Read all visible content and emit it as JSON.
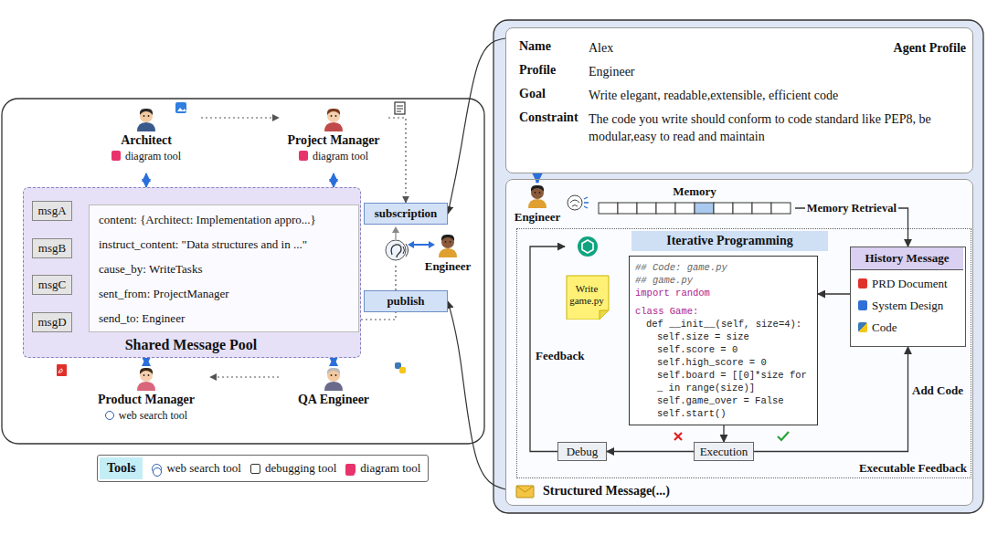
{
  "diagram": {
    "nodes": [
      {
        "text": [
          "Architect",
          "diagram tool"
        ]
      },
      {
        "text": [
          "Project Manager",
          "diagram tool"
        ]
      },
      {
        "text": [
          "Shared Message Pool"
        ]
      },
      {
        "text": [
          "msgA"
        ],
        "in": 2
      },
      {
        "text": [
          "msgB"
        ],
        "in": 2
      },
      {
        "text": [
          "msgC"
        ],
        "in": 2
      },
      {
        "text": [
          "msgD"
        ],
        "in": 2
      },
      {
        "text": [
          "content: {Architect: Implementation appro...}",
          "instruct_content: \"Data structures and in ...\"",
          "cause_by: WriteTasks",
          "sent_from: ProjectManager",
          "send_to: Engineer"
        ],
        "in": 2
      },
      {
        "text": [
          "subscription"
        ]
      },
      {
        "text": [
          "publish"
        ]
      },
      {
        "text": [
          "Engineer"
        ]
      },
      {
        "text": [
          "Product Manager",
          "web search tool"
        ]
      },
      {
        "text": [
          "QA Engineer"
        ]
      },
      {
        "text": [
          "Name",
          "Alex",
          "Agent Profile",
          "Profile",
          "Engineer",
          "Goal",
          "Write elegant, readable,extensible, efficient code",
          "Constraint",
          "The code you write should conform to code standard like PEP8, be modular,easy to read and maintain"
        ]
      },
      {
        "text": [
          "Structured Message(...)"
        ]
      },
      {
        "text": [
          "Engineer"
        ],
        "in": 14
      },
      {
        "text": [
          "Memory"
        ],
        "in": 14
      },
      {
        "text": [
          "Iterative Programming",
          "Executable Feedback"
        ],
        "in": 14
      },
      {
        "text": [
          "## Code: game.py",
          "## game.py",
          "import random",
          "class Game:",
          "def __init__(self, size=4):",
          "self.size = size",
          "self.score = 0",
          "self.high_score = 0",
          "self.board = [[0]*size for _ in range(size)]",
          "self.game_over = False",
          "self.start()"
        ],
        "in": 17
      },
      {
        "text": [
          "Write game.py"
        ],
        "in": 17
      },
      {
        "text": [
          "History Message",
          "PRD Document",
          "System Design",
          "Code"
        ],
        "in": 17
      },
      {
        "text": [
          "Debug"
        ],
        "in": 17
      },
      {
        "text": [
          "Execution"
        ],
        "in": 17
      }
    ],
    "edges": [
      {
        "from": 0,
        "to": 2,
        "arrow": "both"
      },
      {
        "from": 1,
        "to": 2,
        "arrow": "both"
      },
      {
        "from": 11,
        "to": 2,
        "arrow": "both"
      },
      {
        "from": 12,
        "to": 2,
        "arrow": "both"
      },
      {
        "from": 0,
        "to": 1,
        "arrow": "to"
      },
      {
        "from": 1,
        "to": 8,
        "arrow": "to"
      },
      {
        "from": 12,
        "to": 11,
        "arrow": "to"
      },
      {
        "from": 13,
        "to": 8,
        "arrow": "to"
      },
      {
        "from": 14,
        "to": 9,
        "arrow": "to"
      },
      {
        "from": 13,
        "to": 15,
        "arrow": "to"
      },
      {
        "from": 16,
        "to": 20,
        "label": "Memory Retrieval",
        "arrow": "to"
      },
      {
        "from": 18,
        "to": 22,
        "arrow": "to"
      },
      {
        "from": 22,
        "to": 21,
        "arrow": "to"
      },
      {
        "from": 21,
        "to": 19,
        "arrow": "to"
      },
      {
        "from": 22,
        "to": 20,
        "arrow": "to"
      },
      {
        "from": 20,
        "to": 18,
        "arrow": "to"
      }
    ],
    "labels": [
      "Tools",
      "Feedback",
      "Add Code"
    ],
    "legend": [
      {
        "text": "web search tool"
      },
      {
        "text": "debugging tool"
      },
      {
        "text": "diagram tool"
      }
    ]
  }
}
